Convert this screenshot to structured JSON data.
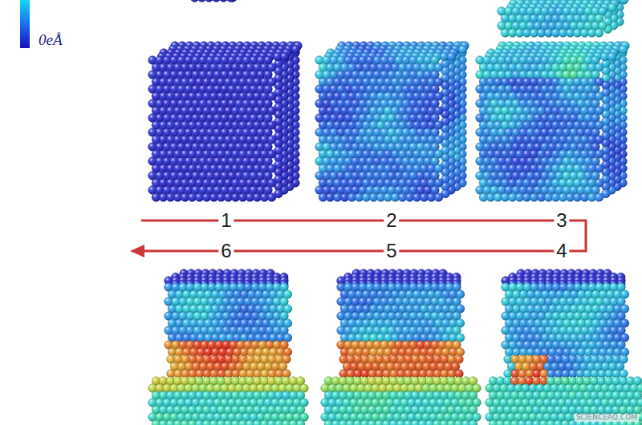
{
  "diagram": {
    "labels": [
      "0eÅ",
      "1",
      "2",
      "3",
      "4",
      "5",
      "6",
      "SCIENCEAQ.COM"
    ]
  }
}
